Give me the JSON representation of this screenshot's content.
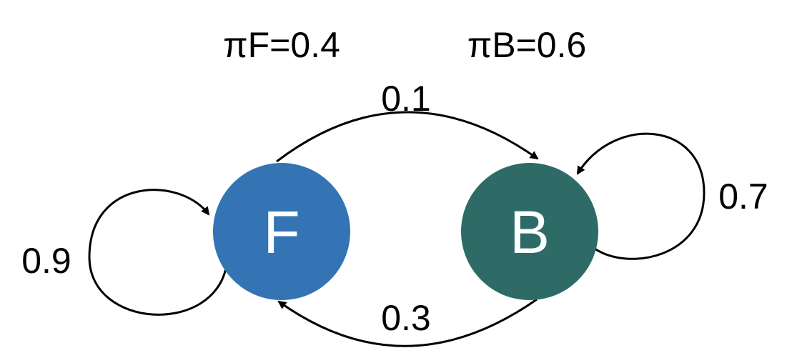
{
  "priors": {
    "F": "πF=0.4",
    "B": "πB=0.6"
  },
  "states": {
    "F": {
      "label": "F",
      "color": "#3474b4"
    },
    "B": {
      "label": "B",
      "color": "#2e6b66"
    }
  },
  "transitions": {
    "F_to_B": "0.1",
    "B_to_F": "0.3",
    "F_to_F": "0.9",
    "B_to_B": "0.7"
  }
}
